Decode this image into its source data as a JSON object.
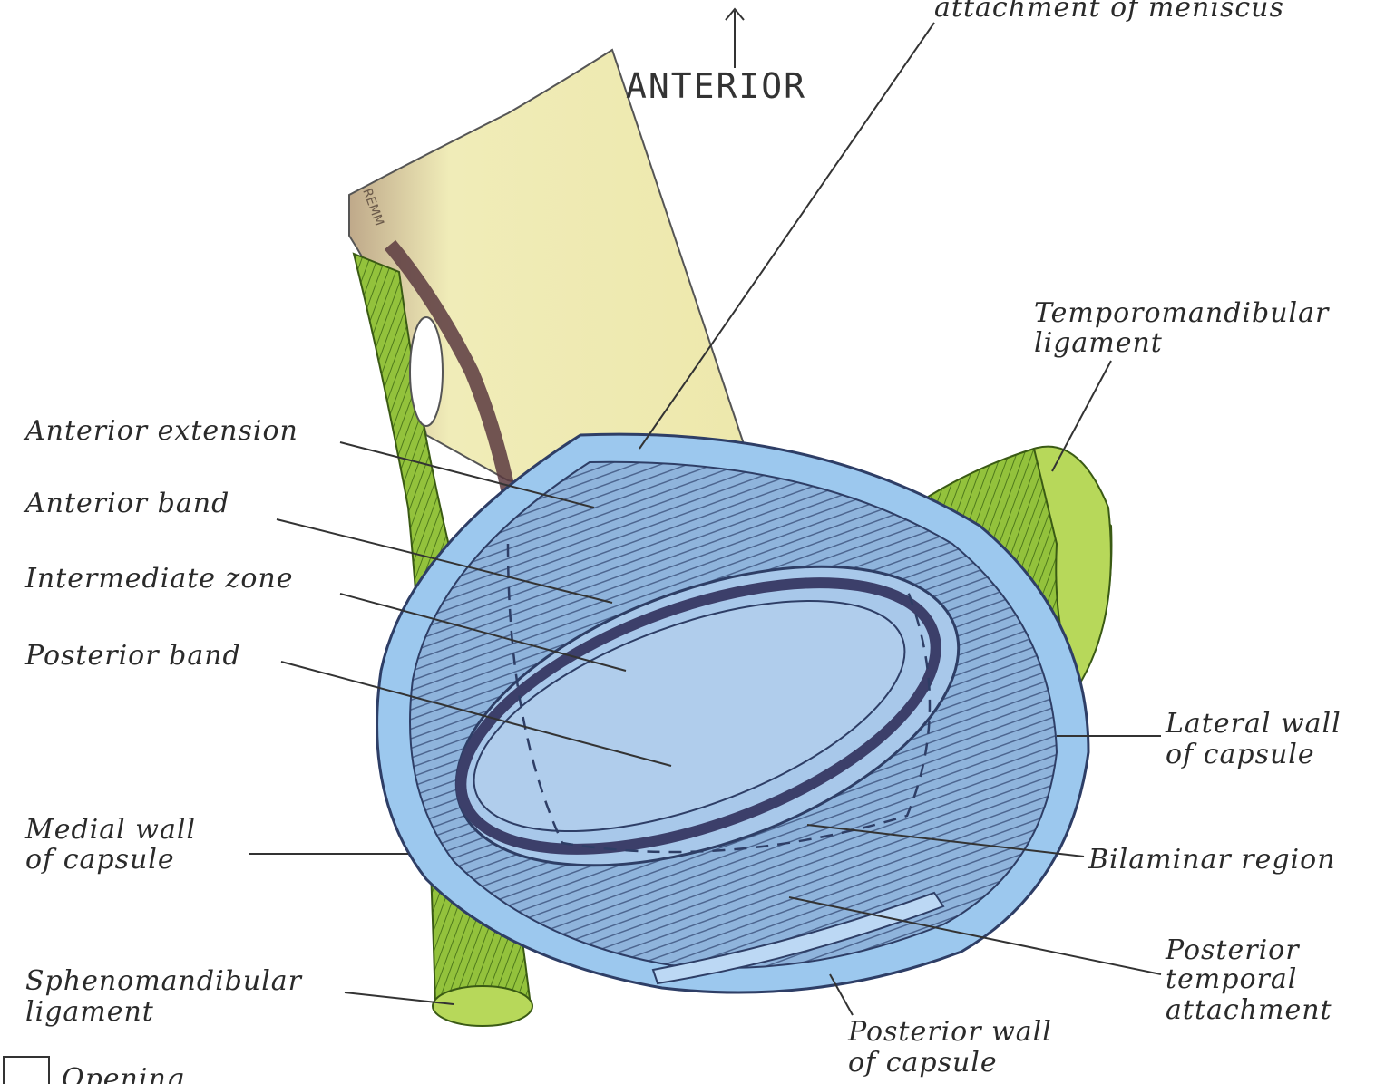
{
  "orientation": {
    "label": "ANTERIOR"
  },
  "labels": {
    "top_cut": "attachment of meniscus",
    "temporomandibular_1": "Temporomandibular",
    "temporomandibular_2": "ligament",
    "anterior_extension": "Anterior extension",
    "anterior_band": "Anterior band",
    "intermediate_zone": "Intermediate zone",
    "posterior_band": "Posterior band",
    "lateral_wall_1": "Lateral wall",
    "lateral_wall_2": "of capsule",
    "medial_wall_1": "Medial wall",
    "medial_wall_2": "of capsule",
    "bilaminar_region": "Bilaminar region",
    "sphenomandibular_1": "Sphenomandibular",
    "sphenomandibular_2": "ligament",
    "posterior_temporal_1": "Posterior",
    "posterior_temporal_2": "temporal",
    "posterior_temporal_3": "attachment",
    "posterior_wall_1": "Posterior wall",
    "posterior_wall_2": "of capsule",
    "bottom_cut": "Opening…",
    "stamp": "REMM"
  },
  "colors": {
    "bone": "#eeeab0",
    "capsule": "#9cc8ee",
    "disc": "#a8c8e8",
    "ligament": "#8fbf3a",
    "outline": "#3a4a70"
  }
}
